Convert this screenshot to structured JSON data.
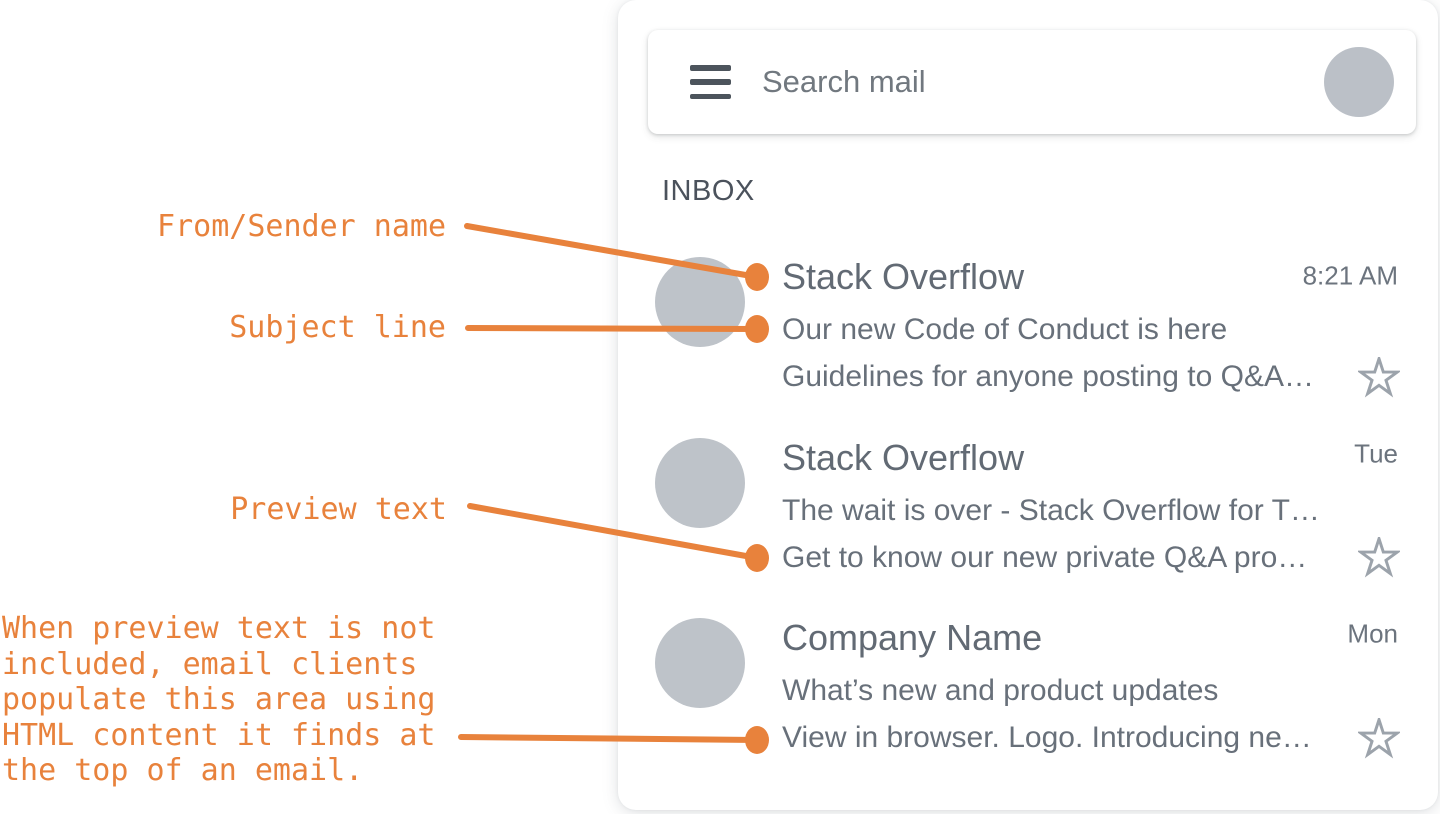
{
  "colors": {
    "accent_orange": "#E8823C",
    "text_gray": "#68707A",
    "avatar_gray": "#BEC3C9"
  },
  "annotations": {
    "from_sender_label": "From/Sender name",
    "subject_line_label": "Subject line",
    "preview_text_label": "Preview text",
    "note": "When preview text is not\nincluded, email clients\npopulate this area using\nHTML content it finds at\nthe top of an email."
  },
  "mail_client": {
    "search_placeholder": "Search mail",
    "inbox_label": "INBOX",
    "emails": [
      {
        "sender": "Stack Overflow",
        "time": "8:21 AM",
        "subject": "Our new Code of Conduct is here",
        "preview": "Guidelines for anyone posting to Q&A…"
      },
      {
        "sender": "Stack Overflow",
        "time": "Tue",
        "subject": "The wait is over - Stack Overflow for T…",
        "preview": "Get to know our new private Q&A pro…"
      },
      {
        "sender": "Company Name",
        "time": "Mon",
        "subject": "What’s new and product updates",
        "preview": "View in browser. Logo. Introducing ne…"
      }
    ]
  }
}
